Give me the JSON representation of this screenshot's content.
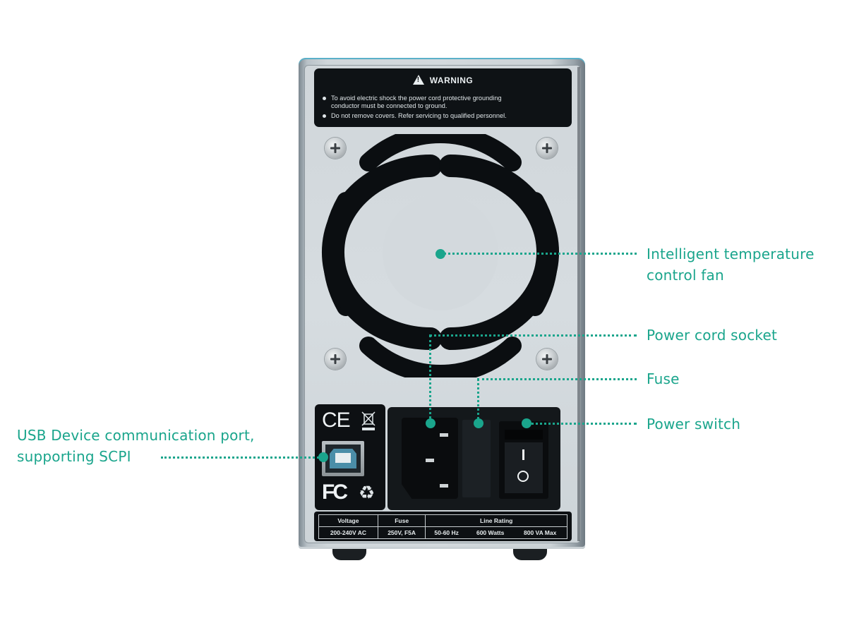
{
  "product_view": "rear-panel",
  "accent_color": "#1aa58c",
  "warning_label": {
    "icon": "warning-triangle-icon",
    "title": "WARNING",
    "lines": [
      "To avoid electric shock the power cord protective grounding",
      "conductor must be connected to ground.",
      "Do not remove covers. Refer servicing to qualified personnel."
    ]
  },
  "certification_marks": {
    "ce": "CE",
    "fc": "FC",
    "icons": [
      "ce-mark-icon",
      "weee-crossed-bin-icon",
      "fcc-mark-icon",
      "recycle-icon"
    ]
  },
  "switch_symbols": {
    "on": "I",
    "off": "O"
  },
  "spec_table": {
    "headers": [
      "Voltage",
      "Fuse",
      "Line Rating"
    ],
    "values": [
      "200-240V AC",
      "250V, F5A",
      "50-60 Hz",
      "600 Watts",
      "800 VA Max"
    ]
  },
  "callouts": {
    "fan": {
      "line1": "Intelligent temperature",
      "line2": "control fan"
    },
    "power_cord_socket": "Power cord socket",
    "fuse": "Fuse",
    "power_switch": "Power switch",
    "usb": {
      "line1": "USB Device communication port,",
      "line2": "supporting SCPI"
    }
  }
}
